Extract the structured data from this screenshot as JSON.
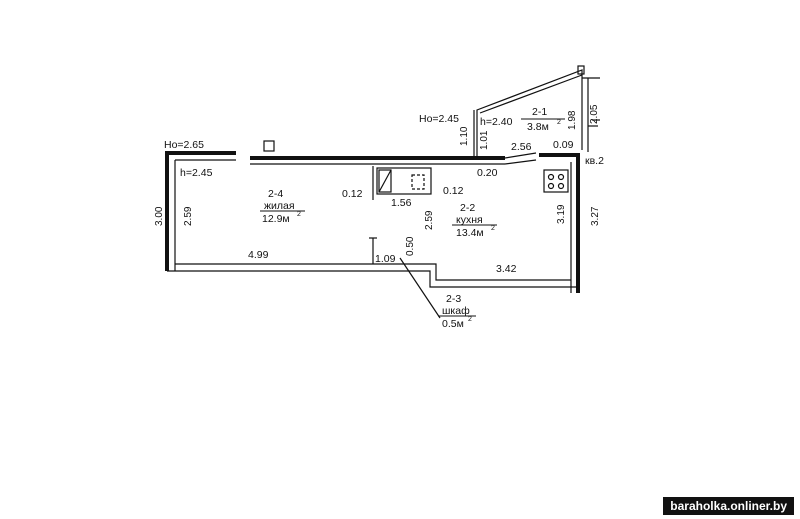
{
  "rooms": [
    {
      "id": "2-4",
      "name": "жилая",
      "area": "12.9м",
      "sup": "2"
    },
    {
      "id": "2-2",
      "name": "кухня",
      "area": "13.4м",
      "sup": "2"
    },
    {
      "id": "2-1",
      "area": "3.8м",
      "sup": "2"
    },
    {
      "id": "2-3",
      "name": "шкаф",
      "area": "0.5м",
      "sup": "2"
    }
  ],
  "heights": {
    "h0_left": "Hо=2.65",
    "h_left": "h=2.45",
    "h0_balcony": "Hо=2.45",
    "h_balcony": "h=2.40"
  },
  "dimensions": {
    "d_4_99": "4.99",
    "d_3_42": "3.42",
    "d_1_09": "1.09",
    "d_0_50": "0.50",
    "d_1_56": "1.56",
    "d_0_12a": "0.12",
    "d_0_12b": "0.12",
    "d_0_20": "0.20",
    "d_2_56": "2.56",
    "d_0_09": "0.09",
    "d_1_10": "1.10",
    "d_1_01": "1.01",
    "d_1_98": "1.98",
    "d_2_05": "2.05",
    "d_3_00": "3.00",
    "d_2_59a": "2.59",
    "d_2_59b": "2.59",
    "d_3_19": "3.19",
    "d_3_27": "3.27"
  },
  "apartment_label": "кв.2",
  "watermark": "baraholka.onliner.by"
}
